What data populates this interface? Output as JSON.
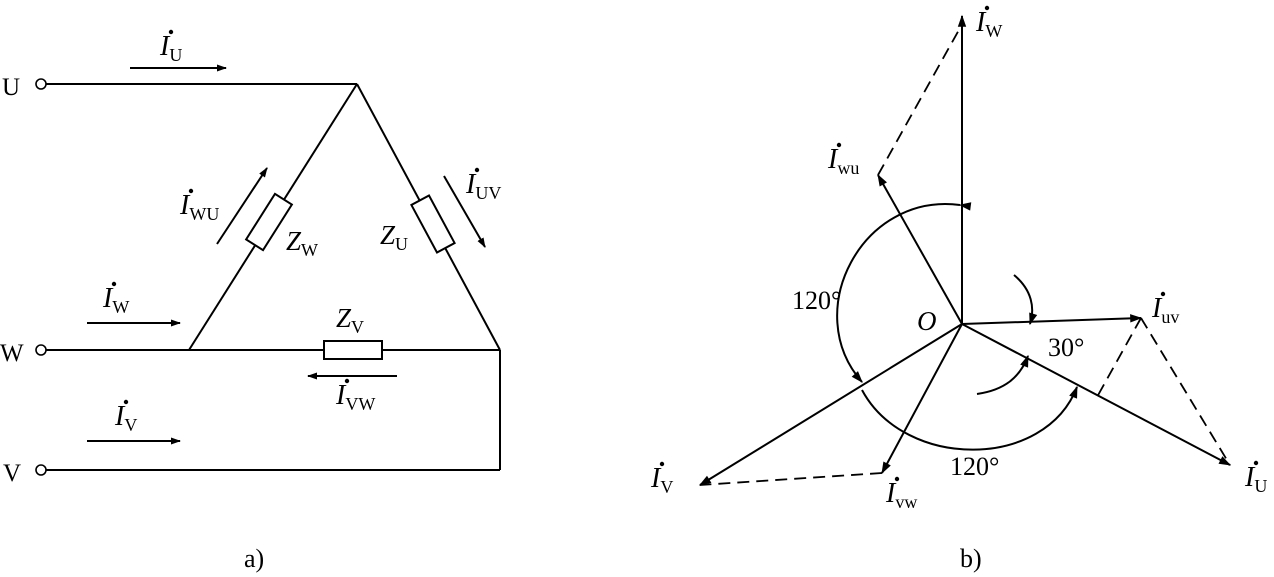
{
  "terminals": {
    "u": "U",
    "w": "W",
    "v": "V"
  },
  "impedances": {
    "zw": {
      "base": "Z",
      "sub": "W"
    },
    "zu": {
      "base": "Z",
      "sub": "U"
    },
    "zv": {
      "base": "Z",
      "sub": "V"
    }
  },
  "circuit_currents": {
    "iu": {
      "base": "I",
      "sub": "U"
    },
    "iw": {
      "base": "I",
      "sub": "W"
    },
    "iv": {
      "base": "I",
      "sub": "V"
    },
    "iwu": {
      "base": "I",
      "sub": "WU"
    },
    "iuv": {
      "base": "I",
      "sub": "UV"
    },
    "ivw": {
      "base": "I",
      "sub": "VW"
    }
  },
  "phasors": {
    "origin": "O",
    "iw": {
      "base": "I",
      "sub": "W"
    },
    "iwu": {
      "base": "I",
      "sub": "wu"
    },
    "iuv": {
      "base": "I",
      "sub": "uv"
    },
    "iv": {
      "base": "I",
      "sub": "V"
    },
    "ivw": {
      "base": "I",
      "sub": "vw"
    },
    "iu": {
      "base": "I",
      "sub": "U"
    }
  },
  "angles": {
    "left": "120°",
    "bottom": "120°",
    "small": "30°"
  },
  "captions": {
    "a": "a)",
    "b": "b)"
  }
}
